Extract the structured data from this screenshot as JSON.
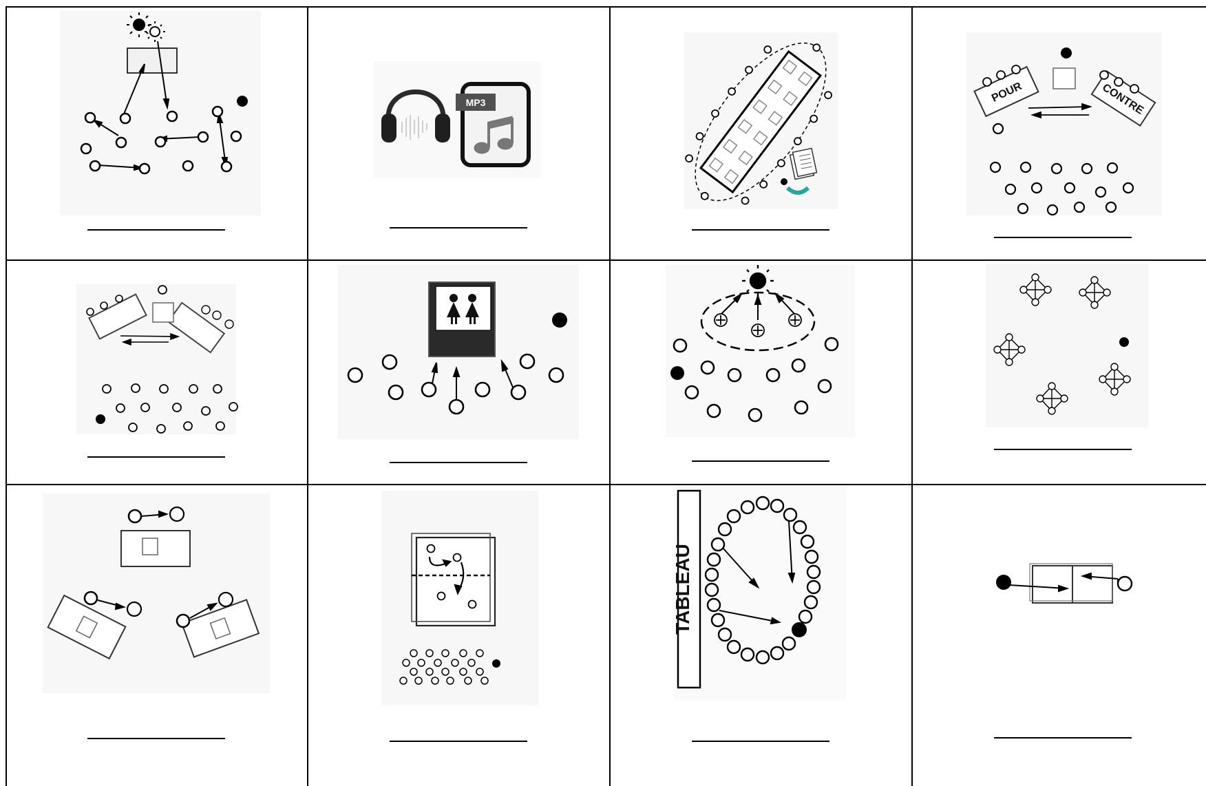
{
  "worksheet": {
    "columns": 4,
    "rows": 3,
    "cells": [
      {
        "id": 1,
        "picture": "students-moving-in-pairs-with-teacher",
        "answer": ""
      },
      {
        "id": 2,
        "picture": "headphones-and-mp3-audio",
        "answer": "",
        "labels": {
          "file_tag": "MP3"
        }
      },
      {
        "id": 3,
        "picture": "students-rotating-around-table",
        "answer": ""
      },
      {
        "id": 4,
        "picture": "debate-pour-contre",
        "answer": "",
        "labels": {
          "left_table": "POUR",
          "right_table": "CONTRE"
        }
      },
      {
        "id": 5,
        "picture": "two-groups-debate",
        "answer": ""
      },
      {
        "id": 6,
        "picture": "students-facing-screen",
        "answer": ""
      },
      {
        "id": 7,
        "picture": "students-presenting-to-teacher",
        "answer": ""
      },
      {
        "id": 8,
        "picture": "small-group-networks",
        "answer": ""
      },
      {
        "id": 9,
        "picture": "three-group-tables",
        "answer": ""
      },
      {
        "id": 10,
        "picture": "board-split-by-dashed-line",
        "answer": ""
      },
      {
        "id": 11,
        "picture": "circle-facing-board",
        "answer": "",
        "labels": {
          "board": "TABLEAU"
        }
      },
      {
        "id": 12,
        "picture": "face-to-face-pair",
        "answer": ""
      }
    ]
  }
}
